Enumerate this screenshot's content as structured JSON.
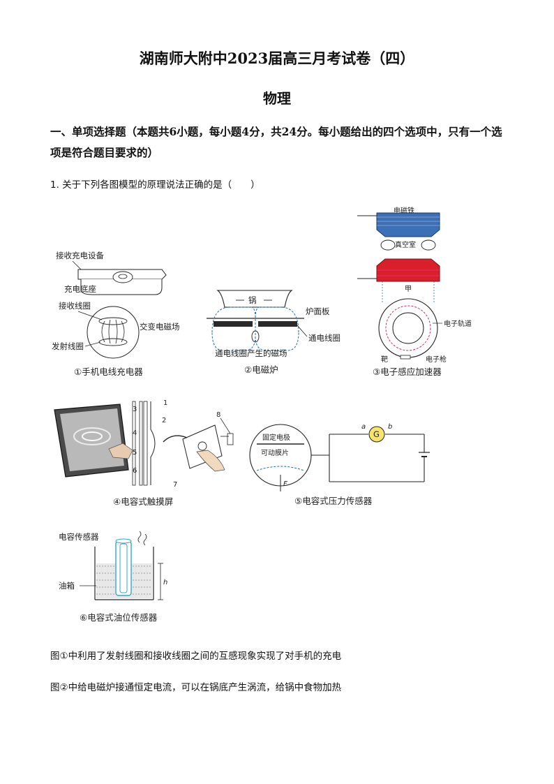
{
  "header": {
    "title": "湖南师大附中2023届高三月考试卷（四）",
    "subject": "物理"
  },
  "section": {
    "heading": "一、单项选择题（本题共6小题，每小题4分，共24分。每小题给出的四个选项中，只有一个选项是符合题目要求的）"
  },
  "question1": {
    "stem": "1. 关于下列各图模型的原理说法正确的是（　　）",
    "figures": {
      "f1": {
        "caption": "①手机电线充电器",
        "label_device": "接收充电设备",
        "label_base": "充电底座",
        "label_recv_coil": "接收线圈",
        "label_field": "交变电磁场",
        "label_tx_coil": "发射线圈"
      },
      "f2": {
        "caption": "②电磁炉",
        "label_pot": "锅",
        "label_panel": "炉面板",
        "label_coil": "通电线圈",
        "label_field": "通电线圈产生的磁场"
      },
      "f3": {
        "caption": "③电子感应加速器",
        "label_magnet": "电磁铁",
        "label_vacuum": "真空室",
        "label_jia": "甲",
        "label_orbit": "电子轨道",
        "label_target": "靶",
        "label_gun": "电子枪"
      },
      "f4": {
        "caption": "④电容式触摸屏",
        "numbers": [
          "1",
          "2",
          "3",
          "4",
          "5",
          "6",
          "7",
          "8"
        ]
      },
      "f5": {
        "caption": "⑤电容式压力传感器",
        "label_fixed": "固定电极",
        "label_movable": "可动膜片",
        "label_force": "F",
        "label_meter": "G",
        "label_a": "a",
        "label_b": "b"
      },
      "f6": {
        "caption": "⑥电容式油位传感器",
        "label_sensor": "电容传感器",
        "label_tank": "油箱",
        "label_h": "h"
      }
    },
    "options": [
      "图①中利用了发射线圈和接收线圈之间的互感现象实现了对手机的充电",
      "图②中给电磁炉接通恒定电流，可以在锅底产生涡流，给锅中食物加热"
    ]
  },
  "colors": {
    "magnet_top": "#3b6fb6",
    "magnet_bottom": "#d9202a",
    "field_dashed": "#1f6fb2",
    "orbit_dashed": "#c0306a",
    "tube_cyan": "#37a6c9"
  }
}
